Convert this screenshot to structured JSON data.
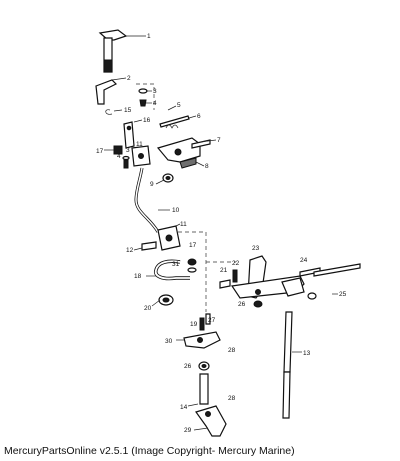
{
  "caption": "MercuryPartsOnline v2.5.1 (Image Copyright- Mercury Marine)",
  "callouts": [
    "1",
    "2",
    "3",
    "4",
    "15",
    "5",
    "16",
    "6",
    "17",
    "4",
    "3",
    "11",
    "7",
    "8",
    "9",
    "10",
    "11",
    "12",
    "17",
    "23",
    "31",
    "18",
    "21",
    "22",
    "24",
    "26",
    "25",
    "20",
    "19",
    "27",
    "30",
    "28",
    "13",
    "26",
    "14",
    "28",
    "29"
  ]
}
